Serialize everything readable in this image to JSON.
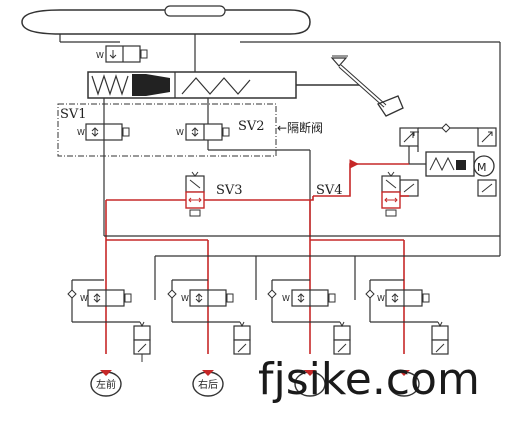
{
  "labels": {
    "sv1": "SV1",
    "sv2": "SV2",
    "sv3": "SV3",
    "sv4": "SV4",
    "isolation_valve": "←隔断阀",
    "valve_w": "W"
  },
  "wheels": {
    "front_left": "左前",
    "rear_right": "右后"
  },
  "watermark": "fjsike.com",
  "colors": {
    "line": "#333333",
    "pressure_line": "#c62828",
    "background": "#ffffff"
  }
}
